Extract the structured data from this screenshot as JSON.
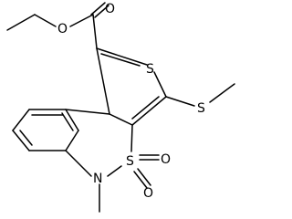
{
  "atoms": {
    "ester_O_carbonyl": "O",
    "ester_O_ether": "O",
    "thiophene_S": "S",
    "methylthio_S": "S",
    "sulfonyl_S": "S",
    "sulfonyl_O_right": "O",
    "sulfonyl_O_bottom": "O",
    "ring_N": "N"
  },
  "colors": {
    "bond": "#000000",
    "label": "#000000",
    "background": "#ffffff"
  }
}
